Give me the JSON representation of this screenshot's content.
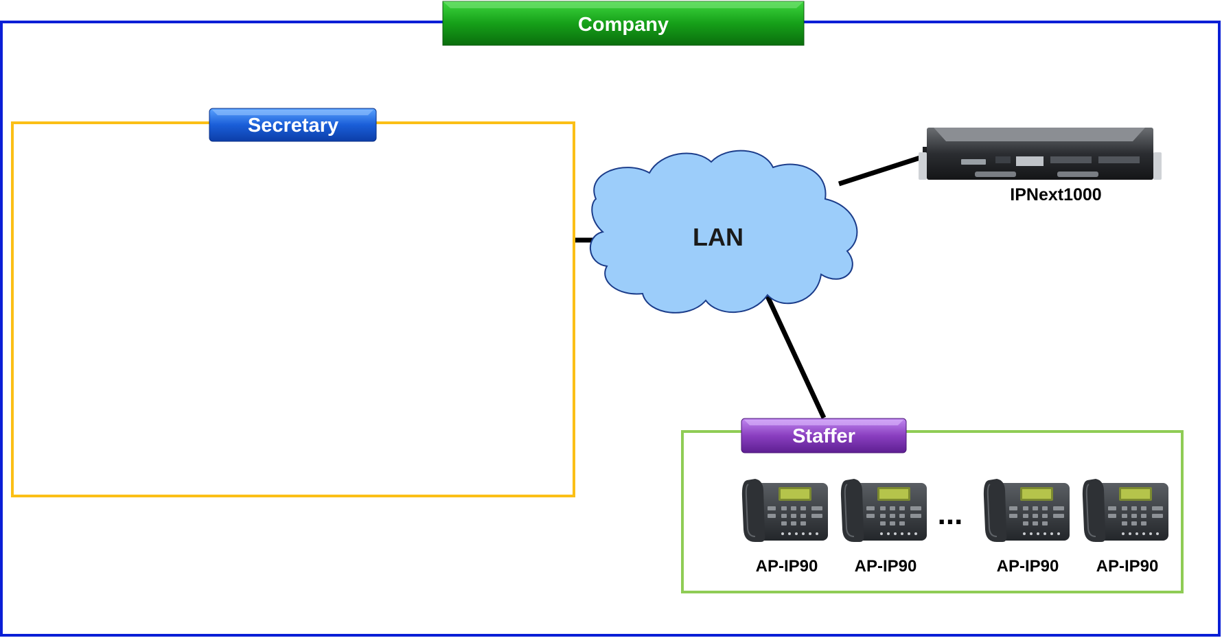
{
  "company": {
    "label": "Company"
  },
  "secretary": {
    "label": "Secretary"
  },
  "lan": {
    "label": "LAN"
  },
  "server": {
    "label": "IPNext1000"
  },
  "staffer": {
    "label": "Staffer",
    "phones": [
      {
        "label": "AP-IP90"
      },
      {
        "label": "AP-IP90"
      },
      {
        "label": "AP-IP90"
      },
      {
        "label": "AP-IP90"
      }
    ],
    "ellipsis": "..."
  },
  "colors": {
    "company_border": "#0a1fd6",
    "company_header": "#0e8a12",
    "secretary_border": "#fbbf16",
    "secretary_header": "#1a5ed8",
    "staffer_border": "#8fcc55",
    "staffer_header": "#8a3fc0",
    "cloud_fill": "#9ccdfa",
    "link": "#000000"
  },
  "icons": {
    "server": "rack-server-icon",
    "phone": "desk-phone-icon",
    "cloud": "cloud-icon"
  }
}
